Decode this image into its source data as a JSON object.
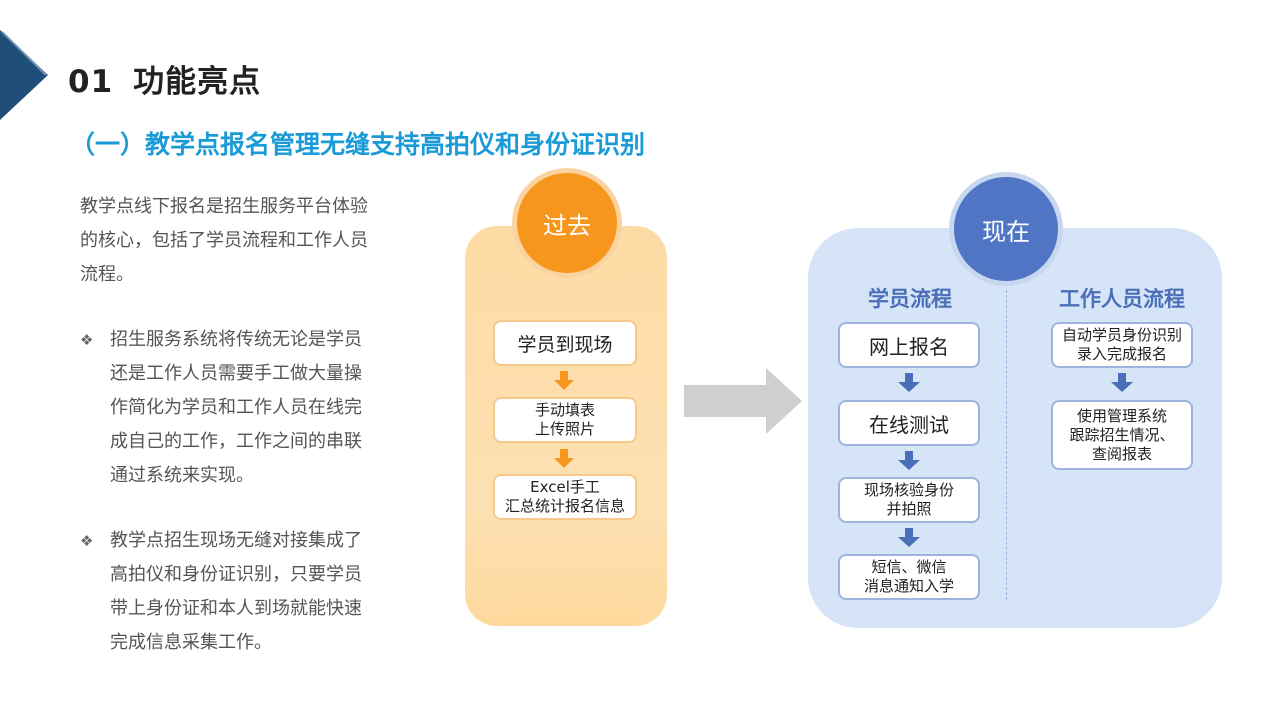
{
  "header": {
    "number": "01",
    "title": "功能亮点",
    "subtitle": "（一）教学点报名管理无缝支持高拍仪和身份证识别"
  },
  "left_text": {
    "intro": "教学点线下报名是招生服务平台体验的核心，包括了学员流程和工作人员流程。",
    "bullet_mark": "❖",
    "bullets": [
      "招生服务系统将传统无论是学员还是工作人员需要手工做大量操作简化为学员和工作人员在线完成自己的工作，工作之间的串联通过系统来实现。",
      "教学点招生现场无缝对接集成了高拍仪和身份证识别，只要学员带上身份证和本人到场就能快速完成信息采集工作。"
    ]
  },
  "past": {
    "label": "过去",
    "steps": [
      "学员到现场",
      "手动填表\n上传照片",
      "Excel手工\n汇总统计报名信息"
    ]
  },
  "now": {
    "label": "现在",
    "student_flow": {
      "title": "学员流程",
      "steps": [
        "网上报名",
        "在线测试",
        "现场核验身份\n并拍照",
        "短信、微信\n消息通知入学"
      ]
    },
    "staff_flow": {
      "title": "工作人员流程",
      "steps": [
        "自动学员身份识别\n录入完成报名",
        "使用管理系统\n跟踪招生情况、\n查阅报表"
      ]
    }
  },
  "colors": {
    "accent_blue": "#1a9bd7",
    "past_orange": "#f7961d",
    "past_panel": "#fddba4",
    "now_blue": "#5075c4",
    "now_panel": "#d6e4f7",
    "header_navy": "#1f4e79"
  },
  "icons": {
    "corner": "corner-chevron-icon",
    "bullet": "diamond-bullet-icon",
    "flow_arrow": "down-arrow-icon",
    "transition": "right-arrow-icon"
  }
}
